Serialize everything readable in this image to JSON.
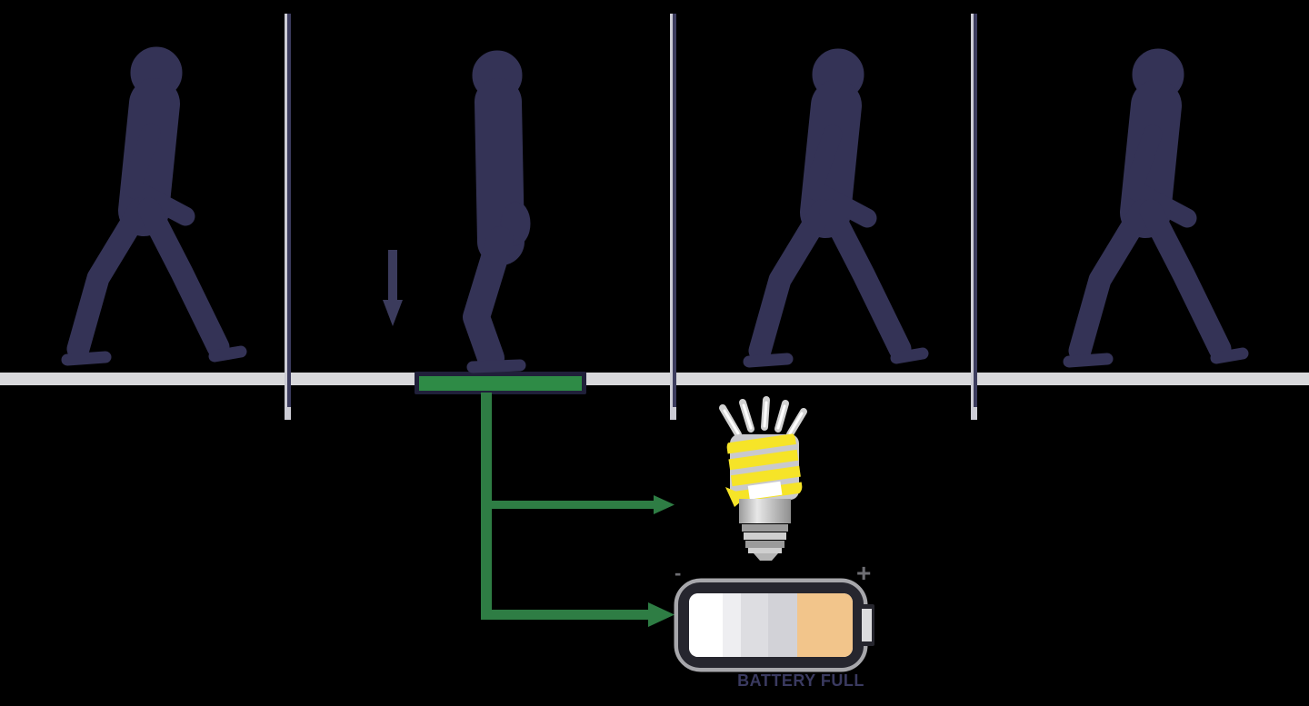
{
  "colors": {
    "background": "#000000",
    "ground": "#d8d8db",
    "figure": "#343356",
    "dividerLight": "#ccccd5",
    "dividerDark": "#3c3c5e",
    "tileGreen": "#2e8b46",
    "tileBorder": "#20203a",
    "lineGreen": "#2e7d44",
    "bulbYellow": "#f6e428",
    "bulbGray": "#c9c9cd",
    "rayGray": "#d2d2d2",
    "batteryOrange": "#f2c58b",
    "batteryBorder": "#26262e",
    "labelText": "#3a3a60",
    "arrowNavy": "#3b3b5c",
    "signGray": "#6e6e73"
  },
  "figures": [
    {
      "icon": "walking-person-icon"
    },
    {
      "icon": "stepping-person-icon"
    },
    {
      "icon": "walking-person-icon"
    },
    {
      "icon": "walking-person-icon"
    }
  ],
  "tile": {
    "icon": "energy-floor-tile"
  },
  "outputs": [
    {
      "icon": "cfl-bulb-icon"
    },
    {
      "icon": "battery-icon"
    }
  ],
  "battery": {
    "label": "BATTERY FULL",
    "minus": "-",
    "plus": "+",
    "fill_percent": 100
  }
}
